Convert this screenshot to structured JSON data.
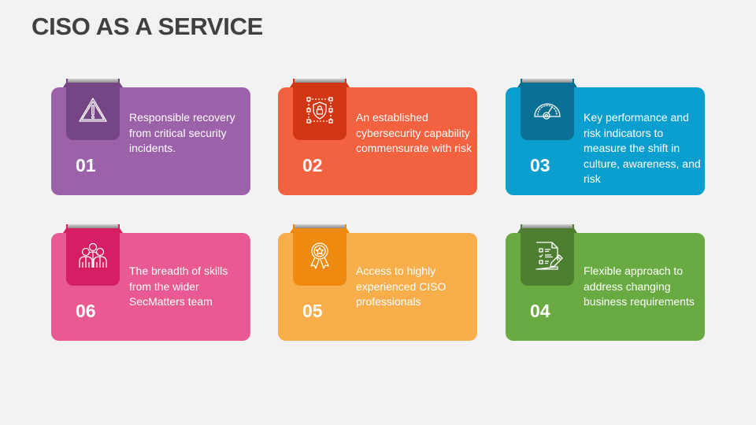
{
  "page": {
    "title": "CISO AS A SERVICE",
    "background": "#F2F2F2",
    "title_color": "#404040"
  },
  "cards": [
    {
      "number": "01",
      "text": "Responsible recovery from critical security incidents.",
      "icon": "warning-triangle-icon",
      "color": "#9B62AA",
      "tab_color": "#754586"
    },
    {
      "number": "02",
      "text": "An established cybersecurity capability commensurate with risk",
      "icon": "shield-lock-icon",
      "color": "#F26140",
      "tab_color": "#D13615"
    },
    {
      "number": "03",
      "text": "Key performance and risk indicators to measure the shift in culture, awareness, and risk",
      "icon": "gauge-icon",
      "color": "#0B9FCF",
      "tab_color": "#0C6F95"
    },
    {
      "number": "06",
      "text": "The breadth of skills from the wider SecMatters team",
      "icon": "team-icon",
      "color": "#E85A91",
      "tab_color": "#D51E63"
    },
    {
      "number": "05",
      "text": "Access to highly experienced CISO professionals",
      "icon": "award-ribbon-icon",
      "color": "#F8AE4B",
      "tab_color": "#EE8A10"
    },
    {
      "number": "04",
      "text": "Flexible approach to address changing business requirements",
      "icon": "checklist-pencil-icon",
      "color": "#6AAA42",
      "tab_color": "#4E7F30"
    }
  ]
}
